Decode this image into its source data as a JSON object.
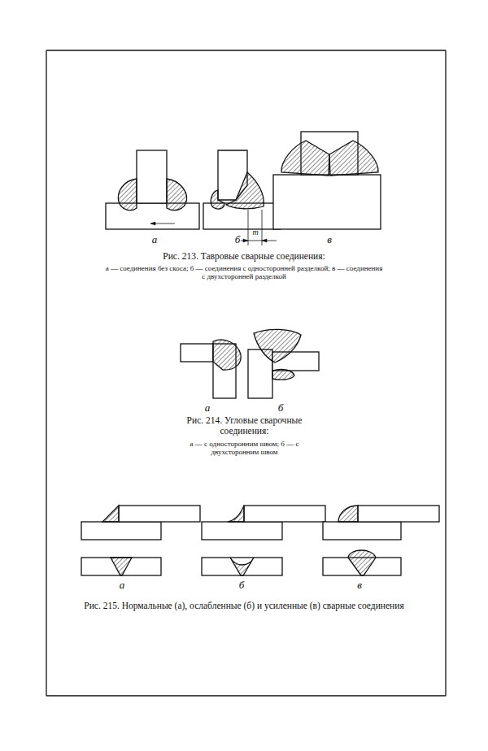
{
  "diagram": {
    "labels": [
      "m",
      "а",
      "б",
      "в",
      "Рис. 213. Тавровые сварные соединения:",
      "а — соединения без скоса; б — соединения с односторонней разделкой; в — соединения с двухсторонней разделкой",
      "а",
      "б",
      "Рис. 214. Угловые сварочные соединения:",
      "а — с односторонним швом; б — с двухсторонним швом",
      "а",
      "б",
      "в",
      "Рис. 215. Нормальные (а), ослабленные (б) и усиленные (в) сварные соединения"
    ]
  }
}
